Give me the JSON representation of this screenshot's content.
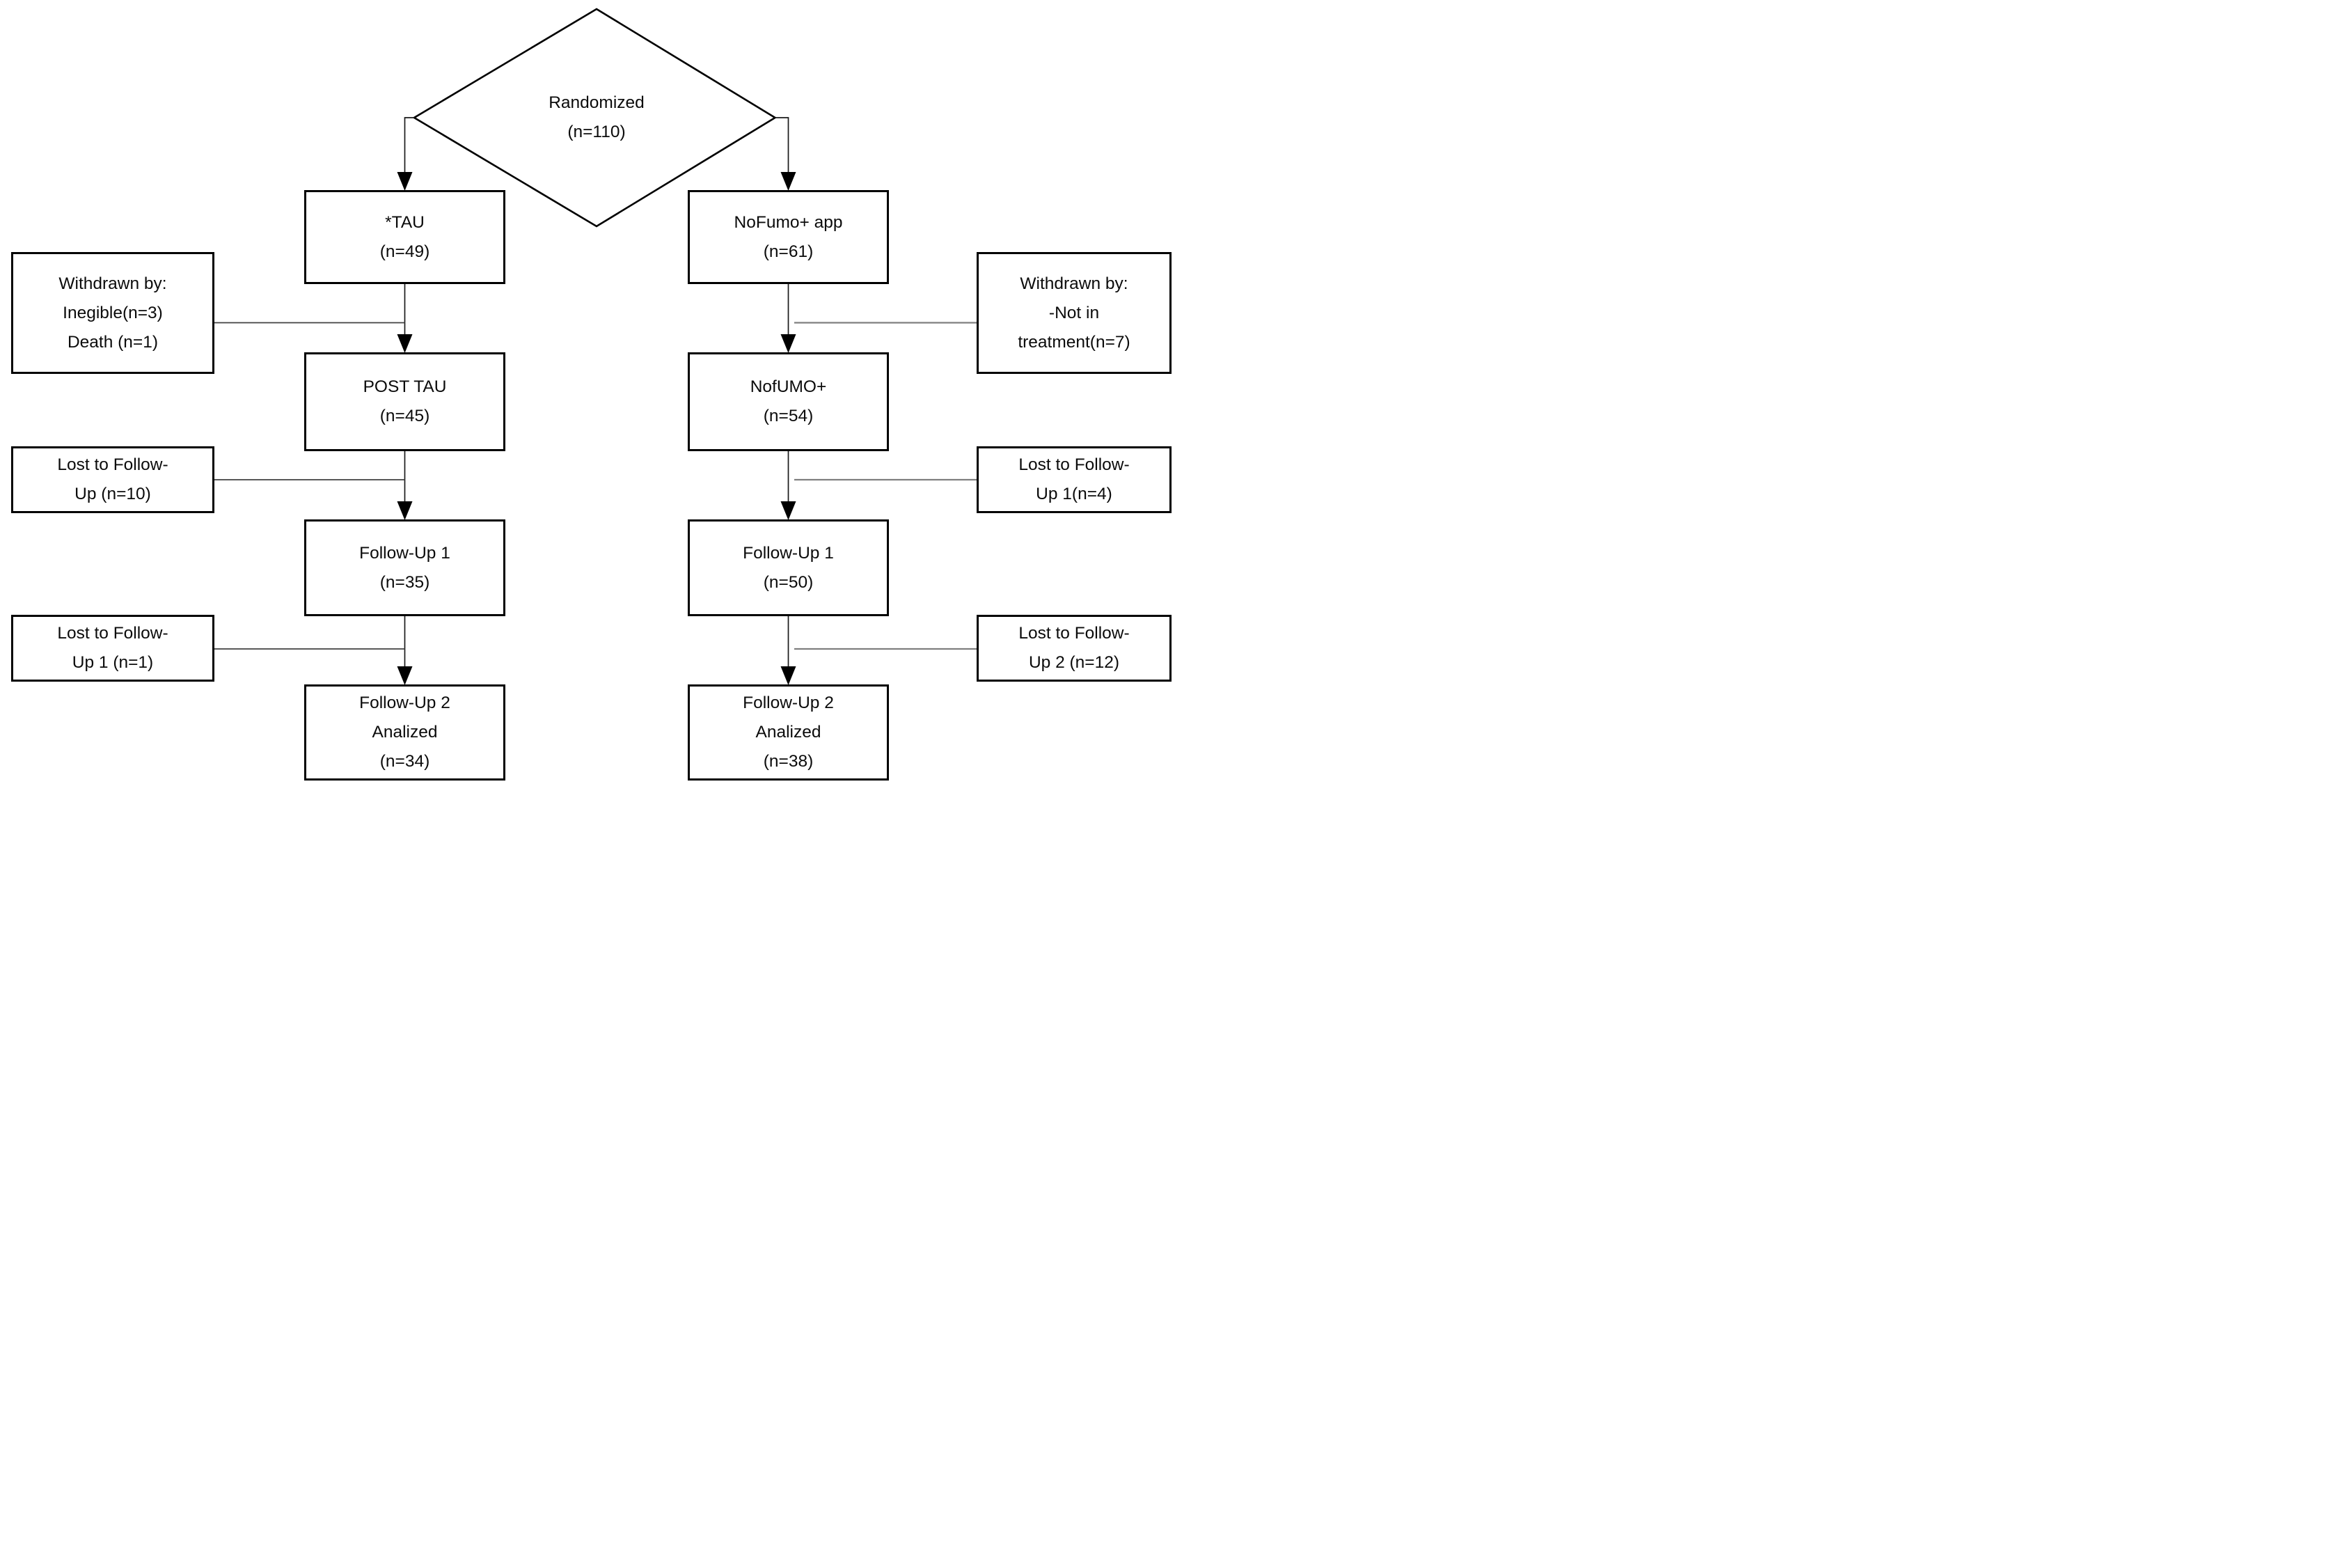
{
  "colors": {
    "background": "#ffffff",
    "box_border": "#000000",
    "text": "#0b0b0b",
    "connector_black": "#1a1a1a",
    "connector_left_horizontal": "#404040",
    "connector_right_horizontal": "#7f7f7f",
    "arrowhead_fill": "#000000"
  },
  "diamond": {
    "lines": [
      "Randomized",
      "(n=110)"
    ]
  },
  "left_column": {
    "arm": {
      "lines": [
        "*TAU",
        "(n=49)"
      ]
    },
    "withdrawn": {
      "lines": [
        "Withdrawn by:",
        "Inegible(n=3)",
        "Death (n=1)"
      ]
    },
    "post": {
      "lines": [
        "POST TAU",
        "(n=45)"
      ]
    },
    "lost1": {
      "lines": [
        "Lost to Follow-",
        "Up (n=10)"
      ]
    },
    "followup1": {
      "lines": [
        "Follow-Up 1",
        "(n=35)"
      ]
    },
    "lost2": {
      "lines": [
        "Lost to Follow-",
        "Up 1 (n=1)"
      ]
    },
    "followup2": {
      "lines": [
        "Follow-Up 2",
        "Analized",
        "(n=34)"
      ]
    }
  },
  "right_column": {
    "arm": {
      "lines": [
        "NoFumo+ app",
        "(n=61)"
      ]
    },
    "withdrawn": {
      "lines": [
        "Withdrawn by:",
        "-Not in",
        "treatment(n=7)"
      ]
    },
    "post": {
      "lines": [
        "NofUMO+",
        "(n=54)"
      ]
    },
    "lost1": {
      "lines": [
        "Lost to Follow-",
        "Up 1(n=4)"
      ]
    },
    "followup1": {
      "lines": [
        "Follow-Up 1",
        "(n=50)"
      ]
    },
    "lost2": {
      "lines": [
        "Lost to Follow-",
        "Up 2 (n=12)"
      ]
    },
    "followup2": {
      "lines": [
        "Follow-Up 2",
        "Analized",
        "(n=38)"
      ]
    }
  }
}
